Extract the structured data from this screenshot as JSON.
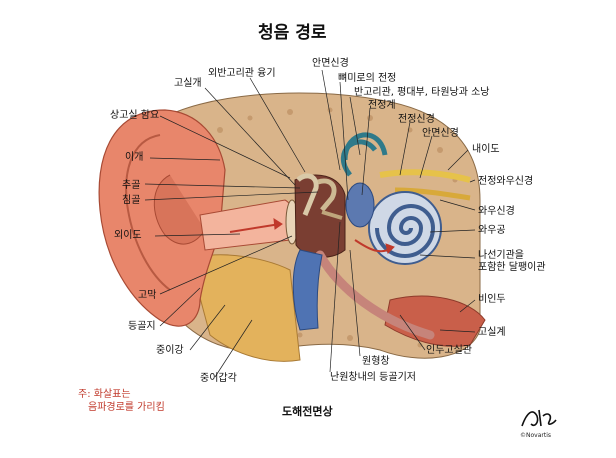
{
  "title": "청음 경로",
  "subtitle": "도해전면상",
  "note": {
    "line1": "주: 화살표는",
    "line2": "음파경로를 가리킴"
  },
  "copyright": "©Novartis",
  "labels": {
    "outer_ear_canal_ridge": "외반고리관 융기",
    "facial_nerve": "안면신경",
    "attic": "고실개",
    "ossicle_ridge": "뼈미로의 전정",
    "semicircular_canals": "반고리관, 평대부, 타원낭과 소낭",
    "vestibule": "전정계",
    "epitympanic_recess": "상고실 함요",
    "vestibular_nerve": "전정신경",
    "facial_nerve_2": "안면신경",
    "auricle": "이개",
    "internal_auditory_canal": "내이도",
    "malleus": "추골",
    "vestibulocochlear_nerve": "전정와우신경",
    "incus": "침골",
    "cochlear_nerve": "와우신경",
    "external_auditory_canal": "외이도",
    "cochlear_duct": "와우공",
    "spiral_organ": "나선기관을\n포함한 달팽이관",
    "eardrum": "고막",
    "nasopharynx": "비인두",
    "cartilage": "등골지",
    "tympanic_cavity": "고실계",
    "middle_ear": "중이강",
    "eustachian_tube": "인두고실관",
    "round_window": "원형창",
    "middle_ear_lining": "중이갑각",
    "stapes_footplate": "난원창내의 등골기저"
  },
  "colors": {
    "skin": "#e8866b",
    "bone": "#d9b48a",
    "cartilage": "#e3b25c",
    "cochlea": "#3f5d8f",
    "nerve": "#e6c24a",
    "red_note": "#c0392b"
  }
}
